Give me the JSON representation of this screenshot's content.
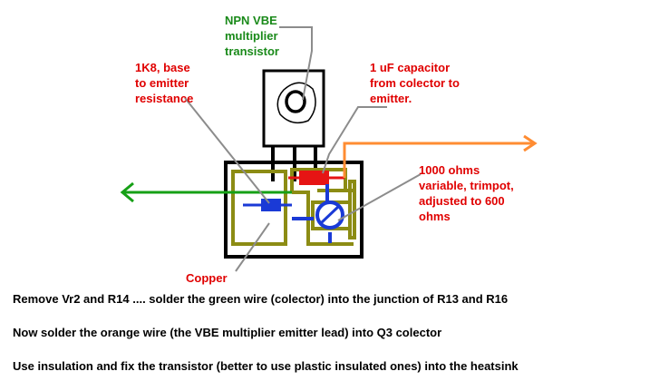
{
  "labels": {
    "transistor": "NPN VBE\nmultiplier\ntransistor",
    "resistor": "1K8, base\nto emitter\nresistance",
    "capacitor": "1 uF capacitor\nfrom colector to\nemitter.",
    "trimpot": "1000 ohms\nvariable, trimpot,\nadjusted to 600\nohms",
    "copper": "Copper"
  },
  "instructions": [
    "Remove Vr2 and R14 .... solder the green wire (colector) into the junction of R13 and R16",
    "Now solder the orange wire (the VBE multiplier emitter lead)  into Q3 colector",
    "Use insulation and fix the transistor (better to use plastic insulated ones) into the heatsink"
  ],
  "colors": {
    "label_green": "#1a8a1a",
    "label_red": "#e00000",
    "copper_trace": "#8c8c14",
    "green_wire": "#16a016",
    "orange_wire": "#ff8c32",
    "resistor": "#1a3ad6",
    "capacitor": "#e61414",
    "trimpot": "#1a3ad6",
    "leader_line": "#8c8c8c"
  },
  "icons": [
    "transistor-icon",
    "capacitor-icon",
    "resistor-icon",
    "trimpot-icon",
    "green-wire-arrow-icon",
    "orange-wire-arrow-icon"
  ]
}
